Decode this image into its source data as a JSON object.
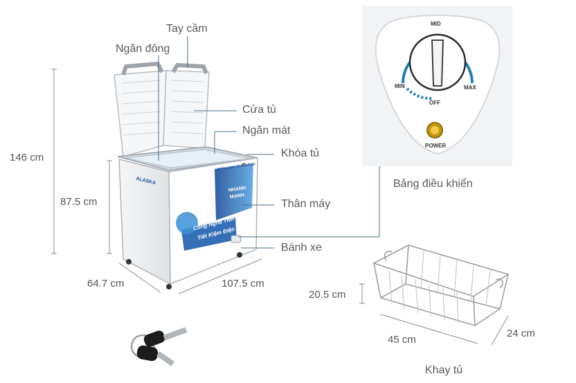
{
  "labels": {
    "handle": "Tay cầm",
    "freezer": "Ngăn đông",
    "door": "Cửa tủ",
    "cooler": "Ngăn mát",
    "lock": "Khóa tủ",
    "body": "Thân máy",
    "wheel": "Bánh xe",
    "control_panel": "Bảng điều khiển",
    "basket": "Khay tủ"
  },
  "dimensions": {
    "height_open": "146 cm",
    "height_body": "87.5 cm",
    "depth": "64.7 cm",
    "width": "107.5 cm",
    "basket_height": "20.5 cm",
    "basket_length": "45 cm",
    "basket_width": "24 cm"
  },
  "panel": {
    "mid": "MID",
    "min": "MIN",
    "max": "MAX",
    "off": "OFF",
    "power": "POWER"
  },
  "freezer_print": {
    "brand": "ALASKA",
    "slogan_line1": "Công Nghệ Tiên Tiến",
    "slogan_line2": "Tiết Kiệm Điện Năng",
    "side_line1": "DÀN LẠNH ỐNG ĐỒNG",
    "side_line2": "NHANH",
    "side_line3": "MẠNH"
  },
  "colors": {
    "dial_blue": "#1e7fb8",
    "leader_line": "#4a6f8e",
    "power_gold": "#c8960a"
  }
}
